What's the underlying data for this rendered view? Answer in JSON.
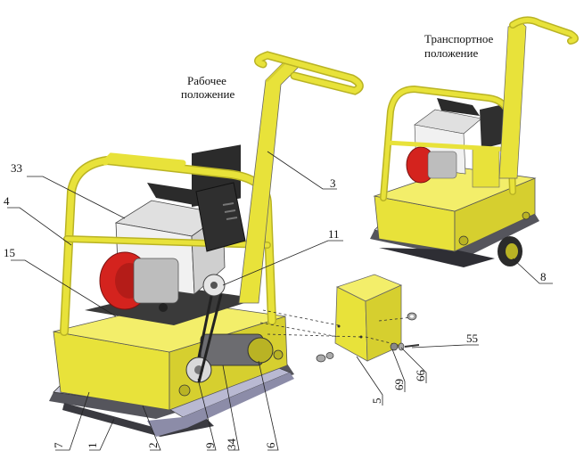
{
  "captions": {
    "working_line1": "Рабочее",
    "working_line2": "положение",
    "transport_line1": "Транспортное",
    "transport_line2": "положение"
  },
  "callouts": {
    "c33": "33",
    "c4": "4",
    "c15": "15",
    "c3": "3",
    "c11": "11",
    "c8": "8",
    "c55": "55",
    "c66": "66",
    "c69": "69",
    "c5": "5",
    "c7": "7",
    "c1": "1",
    "c2": "2",
    "c9": "9",
    "c34": "34",
    "c6": "6"
  },
  "colors": {
    "frame_yellow": "#e8e23a",
    "frame_shadow": "#b9b324",
    "engine_red": "#d4231e",
    "engine_white": "#f1f1f1",
    "dark": "#2b2b2b",
    "base_plate": "#c9c9d6",
    "base_dark": "#55555c"
  }
}
